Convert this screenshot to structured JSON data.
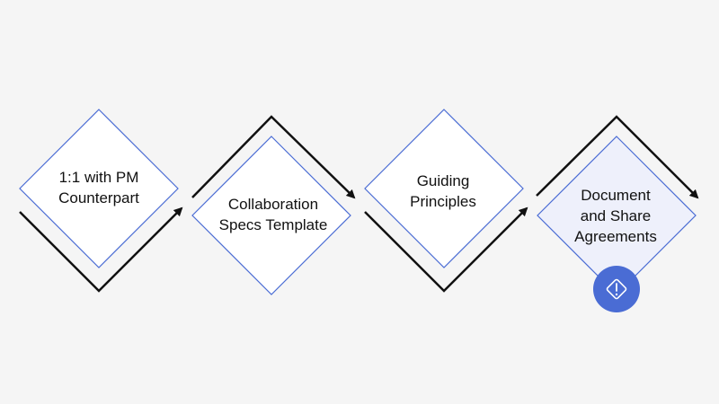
{
  "steps": [
    {
      "label": "1:1 with PM\nCounterpart"
    },
    {
      "label": "Collaboration\nSpecs Template"
    },
    {
      "label": "Guiding\nPrinciples"
    },
    {
      "label": "Document\nand Share\nAgreements",
      "active": true
    }
  ],
  "badge": {
    "icon": "warning-diamond-icon"
  },
  "colors": {
    "background": "#f5f5f5",
    "diamond_border": "#4a6cd4",
    "diamond_fill": "#ffffff",
    "active_fill": "#eef0fb",
    "arrow": "#111111",
    "badge": "#4a6cd4"
  }
}
